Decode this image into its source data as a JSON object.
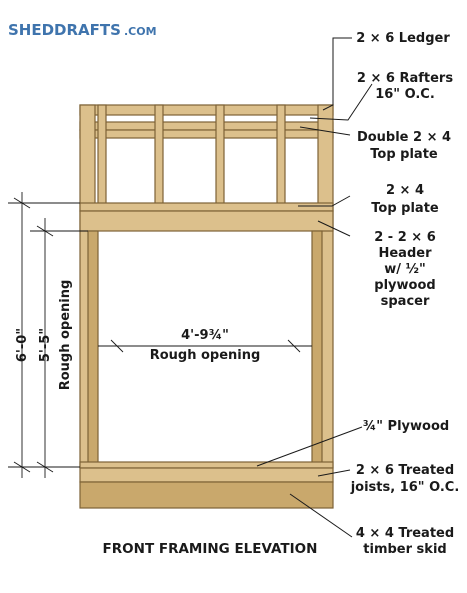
{
  "brand": {
    "name": "SHEDDRAFTS",
    "suffix": ".COM"
  },
  "labels": {
    "ledger": [
      "2 × 6 Ledger"
    ],
    "rafters": [
      "2 × 6 Rafters",
      "16\" O.C."
    ],
    "double_top_plate": [
      "Double 2 × 4",
      "Top plate"
    ],
    "top_plate": [
      "2 × 4",
      "Top plate"
    ],
    "header": [
      "2 - 2 × 6",
      "Header",
      "w/ ½\"",
      "plywood",
      "spacer"
    ],
    "plywood": [
      "¾\" Plywood"
    ],
    "joists": [
      "2 × 6 Treated",
      "joists, 16\" O.C."
    ],
    "skid": [
      "4 × 4 Treated",
      "timber skid"
    ]
  },
  "dimensions": {
    "overall_height": "6'-0\"",
    "rough_height": "5'-5\"",
    "rough_height_label": "Rough opening",
    "width": "4'-9¾\"",
    "width_label": "Rough opening"
  },
  "caption": "FRONT FRAMING ELEVATION",
  "colors": {
    "wood": "#dcc08c",
    "wood_edge": "#7d6236",
    "brand": "#3f74ad"
  }
}
